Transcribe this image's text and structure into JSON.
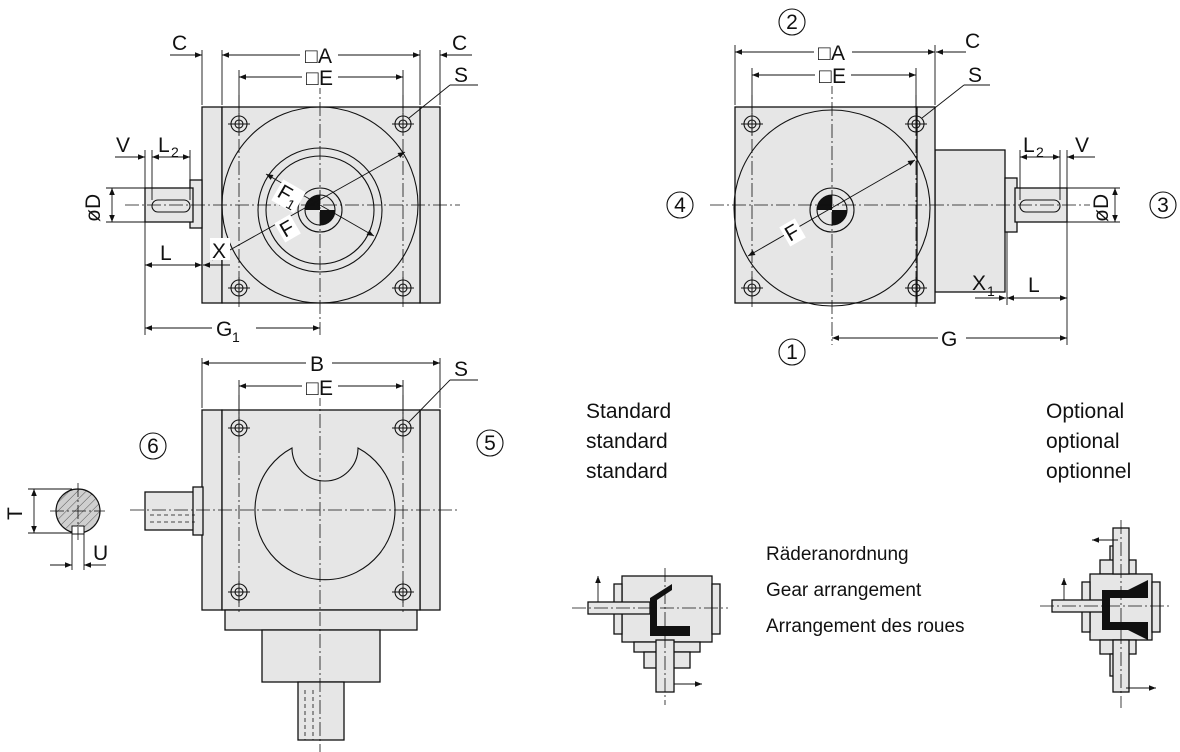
{
  "labels": {
    "A": "A",
    "B": "B",
    "C": "C",
    "D": "D",
    "E": "E",
    "F": "F",
    "F1": "F",
    "F1_sub": "1",
    "G": "G",
    "G1": "G",
    "G1_sub": "1",
    "L": "L",
    "L2": "L",
    "L2_sub": "2",
    "S": "S",
    "T": "T",
    "U": "U",
    "V": "V",
    "X": "X",
    "X1": "X",
    "X1_sub": "1",
    "square": "□",
    "dia": "ø"
  },
  "positions": {
    "p1": "1",
    "p2": "2",
    "p3": "3",
    "p4": "4",
    "p5": "5",
    "p6": "6"
  },
  "standard": [
    "Standard",
    "standard",
    "standard"
  ],
  "optional": [
    "Optional",
    "optional",
    "optionnel"
  ],
  "gear": [
    "Räderanordnung",
    "Gear arrangement",
    "Arrangement des roues"
  ]
}
